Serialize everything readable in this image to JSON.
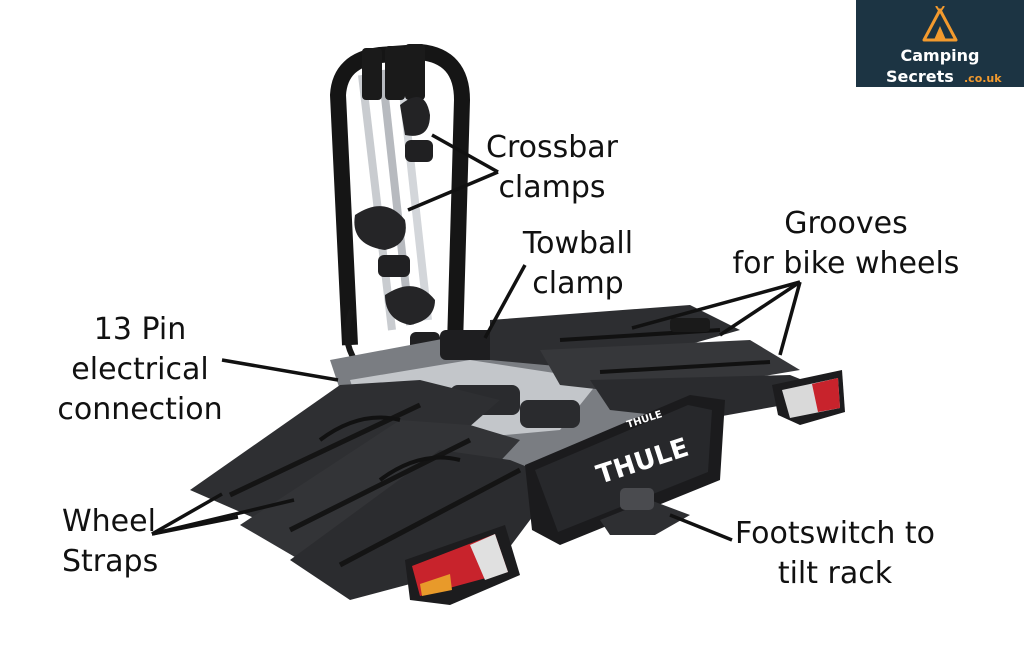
{
  "logo": {
    "line1": "Camping",
    "line2": "Secrets",
    "suffix": ".co.uk",
    "colors": {
      "background": "#1c3443",
      "accent": "#f29a2e",
      "text": "#ffffff"
    },
    "icon": "tent-icon"
  },
  "product": {
    "brand_mark": "THULE",
    "small_mark": "THULE",
    "icon": "bike-rack-illustration"
  },
  "labels": {
    "crossbar_clamps": [
      "Crossbar",
      "clamps"
    ],
    "towball_clamp": [
      "Towball",
      "clamp"
    ],
    "grooves": [
      "Grooves",
      "for bike wheels"
    ],
    "electrical": [
      "13 Pin",
      "electrical",
      "connection"
    ],
    "wheel_straps": [
      "Wheel",
      "Straps"
    ],
    "footswitch": [
      "Footswitch to",
      "tilt rack"
    ]
  },
  "colors": {
    "rack_dark": "#1f1f21",
    "rack_mid": "#2d2e31",
    "rack_light": "#4a4b4f",
    "silver": "#c9ccd0",
    "lamp_red": "#c8232c",
    "lamp_amber": "#e89a2a"
  }
}
